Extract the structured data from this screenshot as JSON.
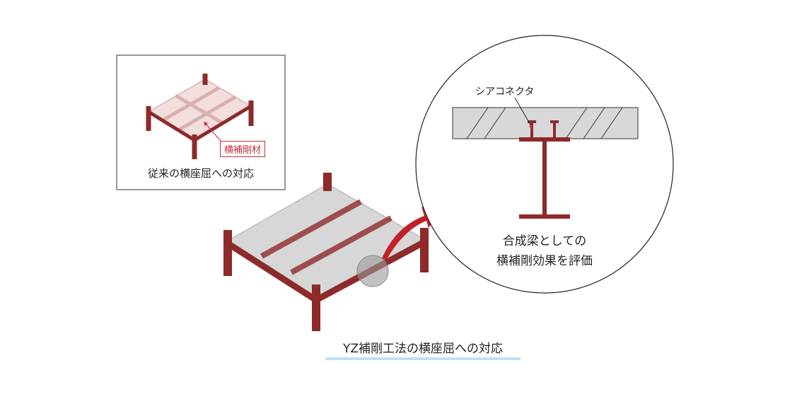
{
  "inset": {
    "member_label": "横補剛材",
    "caption": "従来の横座屈への対応"
  },
  "detail": {
    "shear_connector_label": "シアコネクタ",
    "line1": "合成梁としての",
    "line2": "横補剛効果を評価"
  },
  "main_caption": "YZ補剛工法の横座屈への対応",
  "colors": {
    "steel": "#8e2a2a",
    "highlight": "#c0303a",
    "underline": "#bfe0f3"
  }
}
